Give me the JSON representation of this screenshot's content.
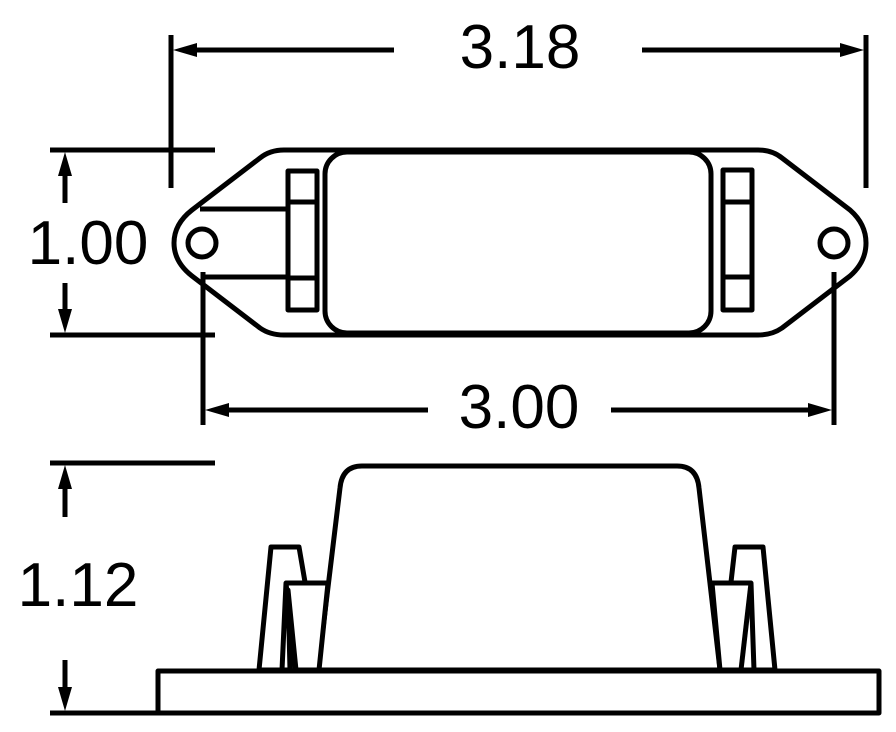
{
  "diagram": {
    "type": "mechanical-dimension-drawing",
    "views": [
      {
        "name": "top-view",
        "description": "Plan view of housing with mounting tabs and holes"
      },
      {
        "name": "side-view",
        "description": "Elevation view of housing on base plate"
      }
    ],
    "dimensions": {
      "overall_length": {
        "label": "3.18",
        "orientation": "horizontal",
        "view": "top-view",
        "meaning": "tab tip to tab tip"
      },
      "width": {
        "label": "1.00",
        "orientation": "vertical",
        "view": "top-view",
        "meaning": "body width"
      },
      "hole_spacing": {
        "label": "3.00",
        "orientation": "horizontal",
        "view": "top-view",
        "meaning": "mounting hole center to center"
      },
      "height": {
        "label": "1.12",
        "orientation": "vertical",
        "view": "side-view",
        "meaning": "overall height"
      }
    },
    "colors": {
      "line": "#000000",
      "background": "#ffffff"
    }
  }
}
